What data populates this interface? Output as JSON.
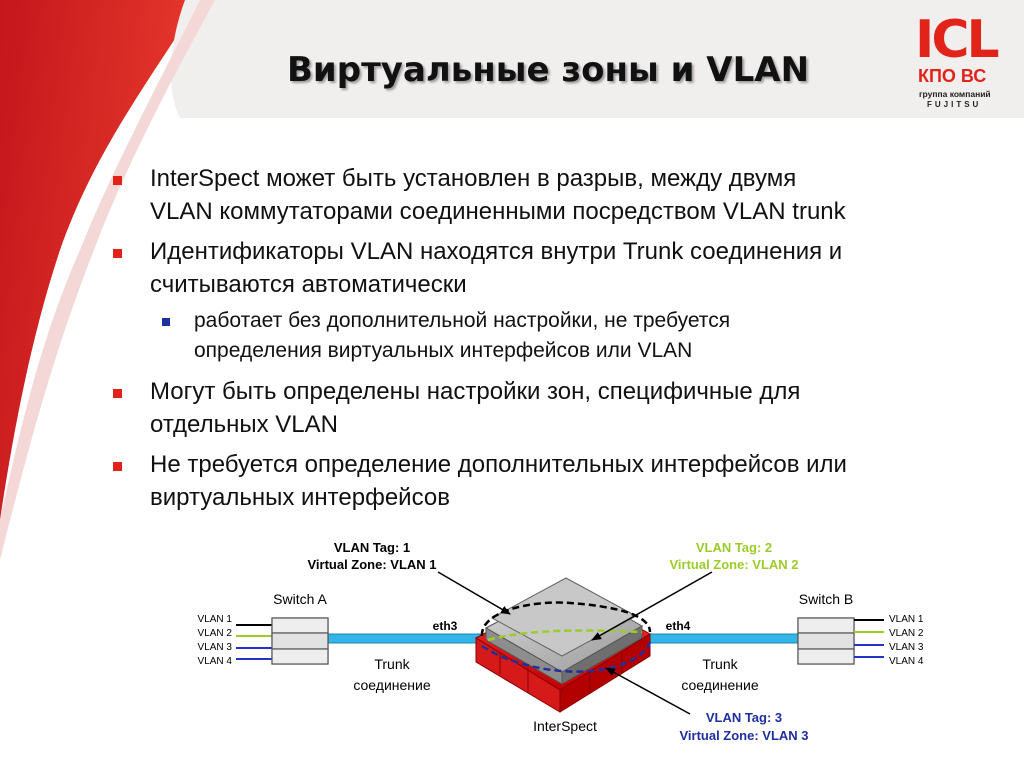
{
  "slide": {
    "title": "Виртуальные зоны и VLAN"
  },
  "logo": {
    "main": "ICL",
    "sub": "КПО ВС",
    "group": "группа компаний",
    "fujitsu": "FUJITSU"
  },
  "bullets": [
    {
      "level": 1,
      "lines": [
        "InterSpect может быть установлен в разрыв, между двумя",
        "VLAN коммутаторами соединенными посредством VLAN trunk"
      ]
    },
    {
      "level": 1,
      "lines": [
        "Идентификаторы VLAN находятся внутри Trunk соединения и",
        "считываются автоматически"
      ]
    },
    {
      "level": 2,
      "lines": [
        "работает без дополнительной настройки, не требуется",
        "определения виртуальных интерфейсов или VLAN"
      ]
    },
    {
      "level": 1,
      "lines": [
        "Могут быть определены настройки зон, специфичные для",
        "отдельных VLAN"
      ]
    },
    {
      "level": 1,
      "lines": [
        "Не требуется определение дополнительных интерфейсов или",
        "виртуальных интерфейсов"
      ]
    }
  ],
  "diagram": {
    "callout1": {
      "tag": "VLAN Tag: 1",
      "zone": "Virtual Zone: VLAN 1"
    },
    "callout2": {
      "tag": "VLAN Tag: 2",
      "zone": "Virtual Zone: VLAN 2"
    },
    "callout3": {
      "tag": "VLAN Tag: 3",
      "zone": "Virtual Zone: VLAN 3"
    },
    "switch_a": "Switch A",
    "switch_b": "Switch B",
    "vlan_a": [
      "VLAN 1",
      "VLAN 2",
      "VLAN 3",
      "VLAN 4"
    ],
    "vlan_b": [
      "VLAN 1",
      "VLAN 2",
      "VLAN 3",
      "VLAN 4"
    ],
    "eth3": "eth3",
    "eth4": "eth4",
    "trunk_left": [
      "Trunk",
      "соединение"
    ],
    "trunk_right": [
      "Trunk",
      "соединение"
    ],
    "device": "InterSpect"
  },
  "colors": {
    "red": "#e2231a",
    "dark_blue": "#1f2fa0",
    "green": "#9ccc2a",
    "trunk": "#33b5e8",
    "vlan_blue": "#2233cc"
  }
}
